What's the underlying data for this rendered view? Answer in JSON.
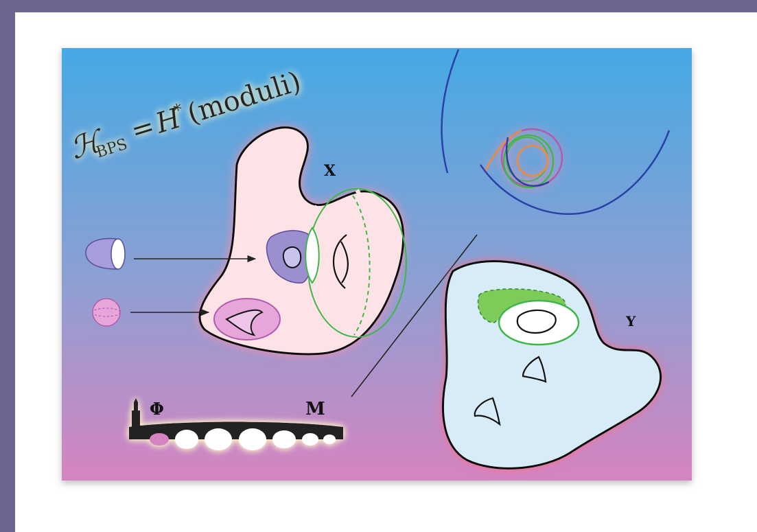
{
  "formula": {
    "script_h": "ℋ",
    "subscript": "BPS",
    "equals": " = ",
    "h": "H",
    "star": "*",
    "moduli": "(moduli)"
  },
  "labels": {
    "x": "X",
    "y": "Y",
    "phi": "Φ",
    "m": "M"
  },
  "colors": {
    "outer_border": "#6b6690",
    "panel_top": "#46a9e4",
    "panel_bottom": "#d584c1",
    "surface_x_fill": "#fde3e6",
    "surface_y_fill": "#d7ecf7",
    "green": "#3fb54a",
    "purple": "#7b5aa6",
    "magenta": "#b25ab0",
    "navy": "#2b3fa8",
    "orange": "#f08a3c"
  }
}
